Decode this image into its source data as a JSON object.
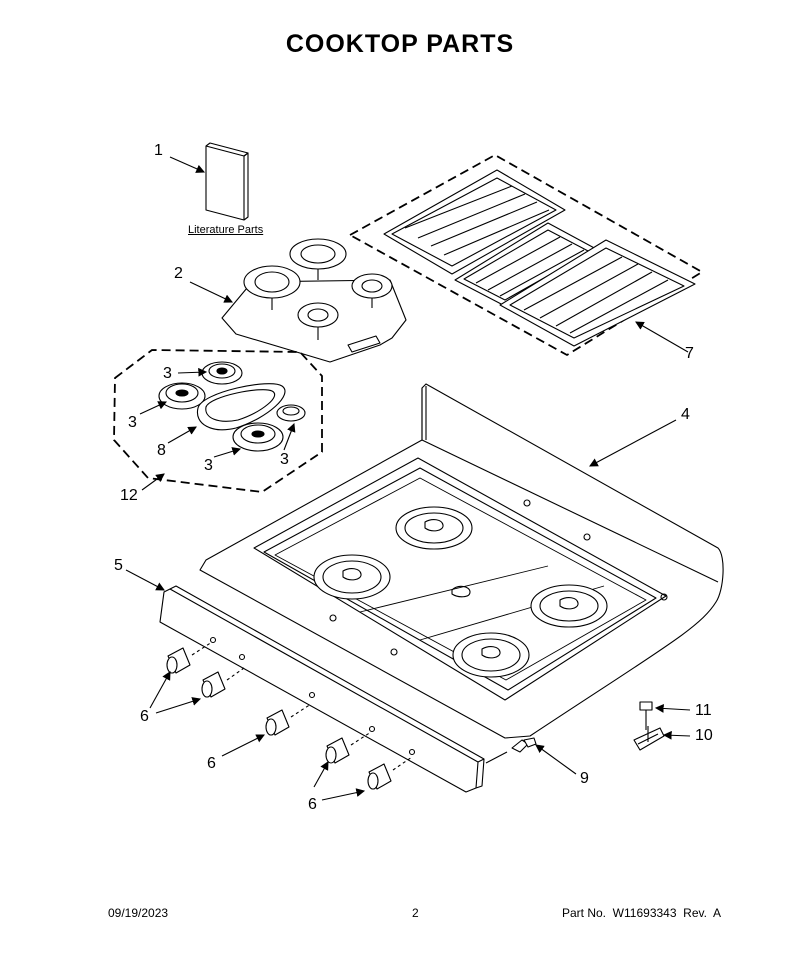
{
  "title": "COOKTOP PARTS",
  "literature_label": "Literature Parts",
  "callouts": {
    "c1": "1",
    "c2": "2",
    "c3a": "3",
    "c3b": "3",
    "c3c": "3",
    "c3d": "3",
    "c4": "4",
    "c5": "5",
    "c6a": "6",
    "c6b": "6",
    "c6c": "6",
    "c7": "7",
    "c8": "8",
    "c9": "9",
    "c10": "10",
    "c11": "11",
    "c12": "12"
  },
  "footer": {
    "date": "09/19/2023",
    "page": "2",
    "part": "Part No.  W11693343  Rev.  A"
  }
}
